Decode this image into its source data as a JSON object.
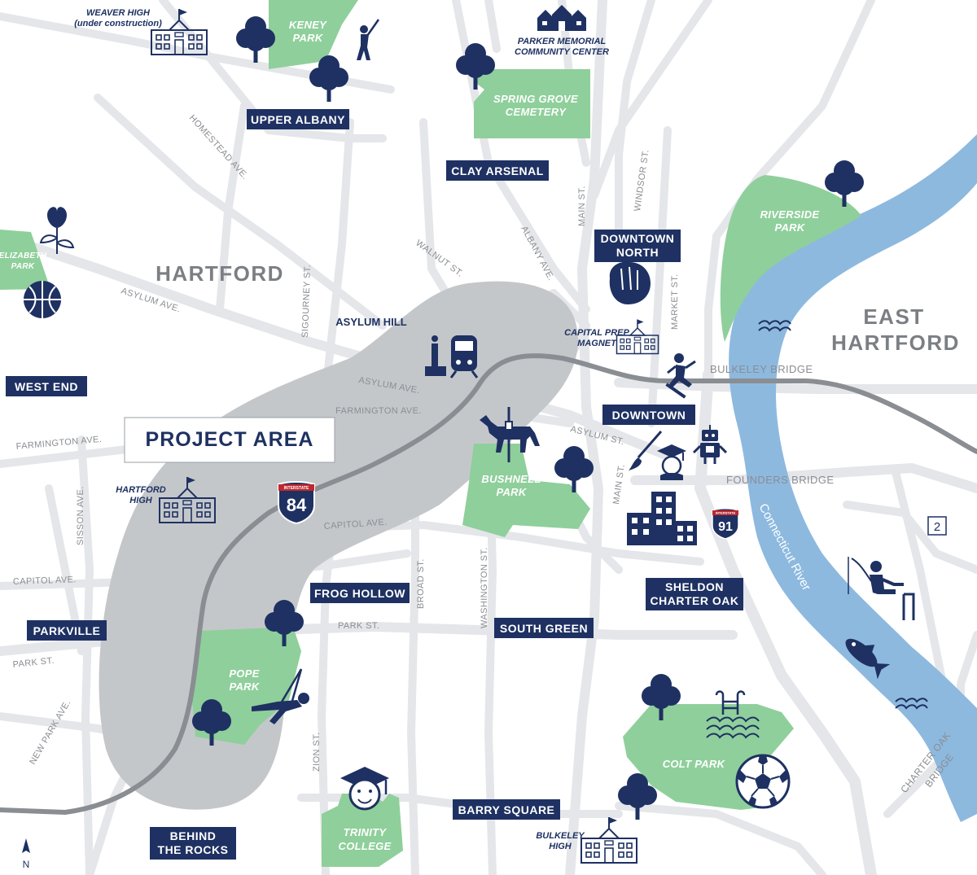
{
  "cities": {
    "hartford": "HARTFORD",
    "east_hartford_1": "EAST",
    "east_hartford_2": "HARTFORD"
  },
  "project_area": "PROJECT AREA",
  "neighborhoods": {
    "upper_albany": "UPPER ALBANY",
    "clay_arsenal": "CLAY ARSENAL",
    "downtown_north_1": "DOWNTOWN",
    "downtown_north_2": "NORTH",
    "west_end": "WEST END",
    "downtown": "DOWNTOWN",
    "asylum_hill": "ASYLUM HILL",
    "frog_hollow": "FROG HOLLOW",
    "parkville": "PARKVILLE",
    "south_green": "SOUTH GREEN",
    "sheldon_1": "SHELDON",
    "sheldon_2": "CHARTER OAK",
    "barry_square": "BARRY SQUARE",
    "behind_1": "BEHIND",
    "behind_2": "THE ROCKS"
  },
  "parks": {
    "keney_1": "KENEY",
    "keney_2": "PARK",
    "spring_1": "SPRING GROVE",
    "spring_2": "CEMETERY",
    "riverside_1": "RIVERSIDE",
    "riverside_2": "PARK",
    "elizabeth_1": "ELIZABETH",
    "elizabeth_2": "PARK",
    "bushnell_1": "BUSHNELL",
    "bushnell_2": "PARK",
    "pope_1": "POPE",
    "pope_2": "PARK",
    "colt_1": "COLT PARK",
    "trinity_1": "TRINITY",
    "trinity_2": "COLLEGE"
  },
  "places": {
    "weaver_1": "WEAVER HIGH",
    "weaver_2": "(under construction)",
    "parker_1": "PARKER MEMORIAL",
    "parker_2": "COMMUNITY CENTER",
    "capital_1": "CAPITAL PREP",
    "capital_2": "MAGNET",
    "hartford_high_1": "HARTFORD",
    "hartford_high_2": "HIGH",
    "bulkeley_1": "BULKELEY",
    "bulkeley_2": "HIGH"
  },
  "streets": {
    "homestead": "HOMESTEAD AVE.",
    "walnut": "WALNUT ST.",
    "albany": "ALBANY AVE.",
    "main_n": "MAIN ST.",
    "windsor": "WINDSOR ST.",
    "market": "MARKET ST.",
    "asylum_w": "ASYLUM AVE.",
    "sigourney": "SIGOURNEY ST.",
    "asylum_c": "ASYLUM AVE.",
    "farmington_c": "FARMINGTON AVE.",
    "asylum_e": "ASYLUM ST.",
    "farmington_w": "FARMINGTON AVE.",
    "main_s": "MAIN ST.",
    "capitol_c": "CAPITOL AVE.",
    "sisson": "SISSON AVE.",
    "capitol_w": "CAPITOL AVE.",
    "broad": "BROAD ST.",
    "washington": "WASHINGTON ST.",
    "park_c": "PARK ST.",
    "park_w": "PARK ST.",
    "new_park": "NEW PARK AVE.",
    "zion": "ZION ST."
  },
  "bridges": {
    "bulkeley": "BULKELEY BRIDGE",
    "founders": "FOUNDERS BRIDGE",
    "charter_1": "CHARTER OAK",
    "charter_2": "BRIDGE"
  },
  "river": "Connecticut River",
  "shields": {
    "i84_top": "INTERSTATE",
    "i84": "84",
    "i91_top": "INTERSTATE",
    "i91": "91",
    "route2": "2"
  },
  "compass": "N",
  "colors": {
    "navy": "#1e3162",
    "park": "#8fcf9b",
    "river": "#8db9df",
    "project": "#c4c7ca",
    "highway": "#8a8e93"
  },
  "icons": [
    "school-icon",
    "tree-icon",
    "golfer-icon",
    "house-icon",
    "rose-icon",
    "basketball-icon",
    "train-icon",
    "baseball-glove-icon",
    "skateboarder-icon",
    "carousel-horse-icon",
    "paintbrush-icon",
    "graduate-icon",
    "robot-icon",
    "building-icon",
    "swimming-pool-icon",
    "soccer-ball-icon",
    "fisherman-icon",
    "fish-icon",
    "water-waves-icon",
    "swing-icon",
    "compass-arrow-icon"
  ]
}
